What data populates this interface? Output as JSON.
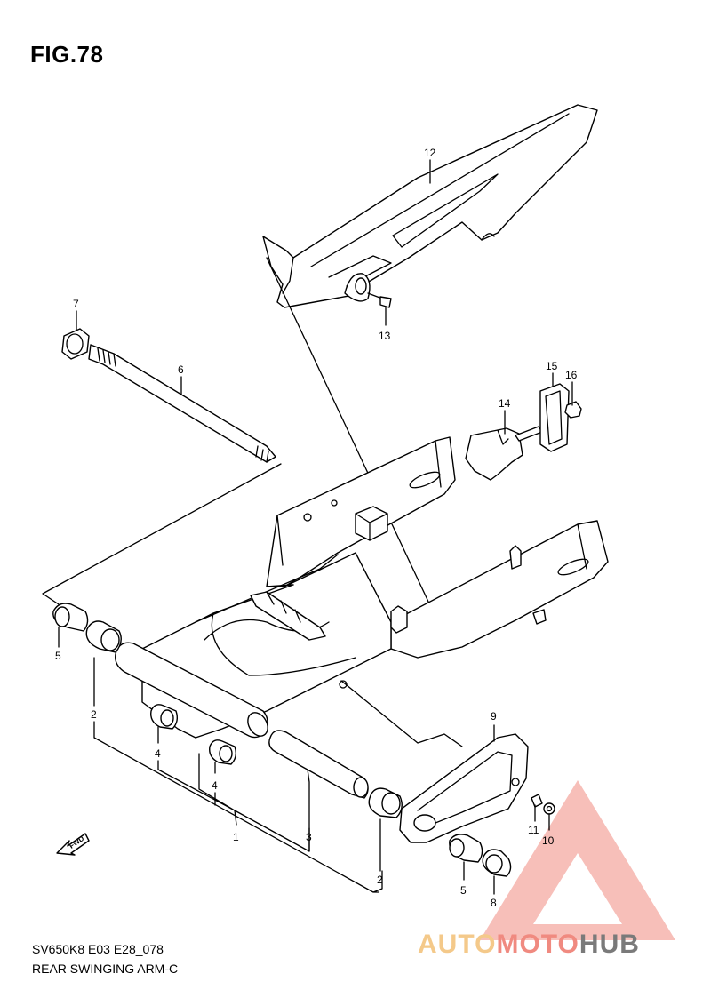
{
  "figure": {
    "title": "FIG.78",
    "model_code": "SV650K8 E03 E28_078",
    "section_name": "REAR SWINGING ARM-C"
  },
  "fwd_marker": "FWD",
  "part_labels": {
    "p1": "1",
    "p2a": "2",
    "p2b": "2",
    "p3": "3",
    "p4a": "4",
    "p4b": "4",
    "p5a": "5",
    "p5b": "5",
    "p6": "6",
    "p7": "7",
    "p8": "8",
    "p9": "9",
    "p10": "10",
    "p11": "11",
    "p12": "12",
    "p13": "13",
    "p14": "14",
    "p15": "15",
    "p16": "16"
  },
  "watermark": {
    "part1": "AUTO",
    "part2": "MOTO",
    "part3": "HUB",
    "colors": {
      "light": "#f4c98a",
      "red": "#f08a80",
      "gray": "#7a7a7a"
    }
  }
}
